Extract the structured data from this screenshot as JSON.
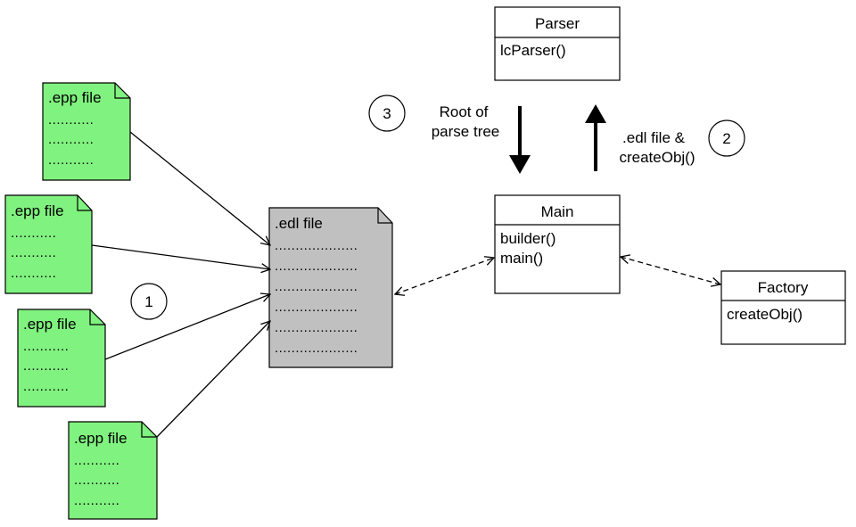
{
  "colors": {
    "epp_fill": "#80f27f",
    "edl_fill": "#c0c0c0",
    "box_fill": "#ffffff",
    "stroke": "#000000"
  },
  "epp_files": [
    {
      "title": ".epp file",
      "lines": [
        "...........",
        "...........",
        "..........."
      ]
    },
    {
      "title": ".epp file",
      "lines": [
        "...........",
        "...........",
        "..........."
      ]
    },
    {
      "title": ".epp file",
      "lines": [
        "...........",
        "...........",
        "..........."
      ]
    },
    {
      "title": ".epp file",
      "lines": [
        "...........",
        "...........",
        "..........."
      ]
    }
  ],
  "edl_file": {
    "title": ".edl file",
    "lines": [
      "....................",
      "....................",
      "....................",
      "....................",
      "....................",
      "...................."
    ]
  },
  "classes": {
    "parser": {
      "name": "Parser",
      "methods": [
        "lcParser()"
      ]
    },
    "main": {
      "name": "Main",
      "methods": [
        "builder()",
        "main()"
      ]
    },
    "factory": {
      "name": "Factory",
      "methods": [
        "createObj()"
      ]
    }
  },
  "steps": {
    "one": "1",
    "two": "2",
    "three": "3"
  },
  "arrow_labels": {
    "down": [
      "Root of",
      "parse tree"
    ],
    "up": [
      ".edl file &",
      "createObj()"
    ]
  }
}
